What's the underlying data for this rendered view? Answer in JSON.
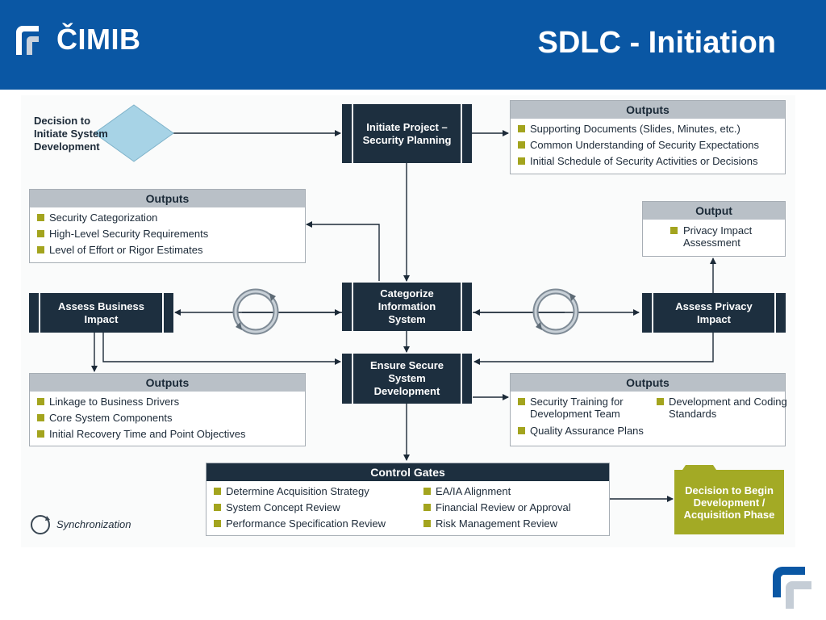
{
  "header": {
    "logo_text": "ČIMIB",
    "title": "SDLC - Initiation"
  },
  "colors": {
    "header_bg": "#0a57a4",
    "process_box": "#1d2f3f",
    "output_header": "#b9c0c7",
    "bullet": "#a3a41e",
    "decision_folder": "#a3aa25",
    "diamond": "#a7d3e6"
  },
  "diagram": {
    "start": {
      "label": "Decision to Initiate System Development"
    },
    "initiate": {
      "label": "Initiate Project – Security Planning"
    },
    "categorize": {
      "label": "Categorize Information System"
    },
    "assess_business": {
      "label": "Assess Business Impact"
    },
    "assess_privacy": {
      "label": "Assess Privacy Impact"
    },
    "ensure": {
      "label": "Ensure Secure System Development"
    },
    "outputs_top_right": {
      "header": "Outputs",
      "items": [
        "Supporting Documents (Slides, Minutes, etc.)",
        "Common Understanding of Security Expectations",
        "Initial Schedule of Security Activities or Decisions"
      ]
    },
    "outputs_left_mid": {
      "header": "Outputs",
      "items": [
        "Security Categorization",
        "High-Level Security Requirements",
        "Level of Effort or Rigor Estimates"
      ]
    },
    "output_privacy": {
      "header": "Output",
      "items": [
        "Privacy Impact Assessment"
      ]
    },
    "outputs_business": {
      "header": "Outputs",
      "items": [
        "Linkage to Business Drivers",
        "Core System Components",
        "Initial Recovery Time and Point Objectives"
      ]
    },
    "outputs_ensure": {
      "header": "Outputs",
      "items": [
        "Security Training for Development Team",
        "Development and Coding Standards",
        "Quality Assurance Plans"
      ]
    },
    "control_gates": {
      "header": "Control Gates",
      "items": [
        "Determine Acquisition Strategy",
        "System Concept Review",
        "Performance Specification Review",
        "EA/IA Alignment",
        "Financial Review or Approval",
        "Risk Management Review"
      ]
    },
    "end": {
      "label": "Decision to Begin Development / Acquisition Phase"
    },
    "legend": {
      "label": "Synchronization"
    }
  }
}
